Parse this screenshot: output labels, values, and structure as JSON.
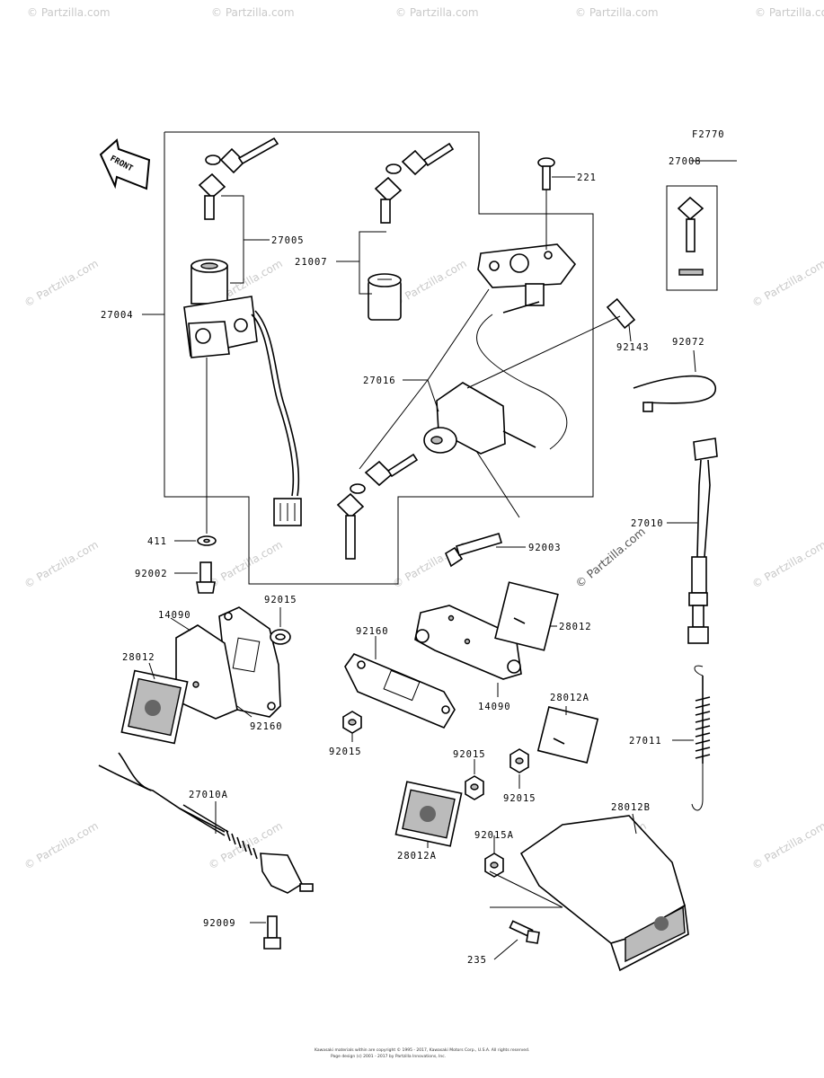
{
  "figure_code": "F2770",
  "front_label": "FRONT",
  "watermark": "© Partzilla.com",
  "watermark_center": "© Partzilla.com",
  "footer_line1": "Kawasaki materials within are copyright © 1995 - 2017, Kawasaki Motors Corp., U.S.A. All rights reserved.",
  "footer_line2": "Page design (c) 2001 - 2017 by Partzilla Innovations, Inc.",
  "part_labels": {
    "p221": "221",
    "p27008": "27008",
    "p27005": "27005",
    "p21007": "21007",
    "p27004": "27004",
    "p92143": "92143",
    "p92072": "92072",
    "p27016": "27016",
    "p27010": "27010",
    "p411": "411",
    "p92003": "92003",
    "p92002": "92002",
    "p92015_a": "92015",
    "p14090_a": "14090",
    "p28012_a": "28012",
    "p92160_a": "92160",
    "p92160_b": "92160",
    "p28012_b": "28012",
    "p14090_b": "14090",
    "p92015_b": "92015",
    "p28012A_a": "28012A",
    "p27011": "27011",
    "p92015_c": "92015",
    "p92015_d": "92015",
    "p27010A": "27010A",
    "p28012B": "28012B",
    "p92015A": "92015A",
    "p28012A_b": "28012A",
    "p92009": "92009",
    "p235": "235"
  }
}
